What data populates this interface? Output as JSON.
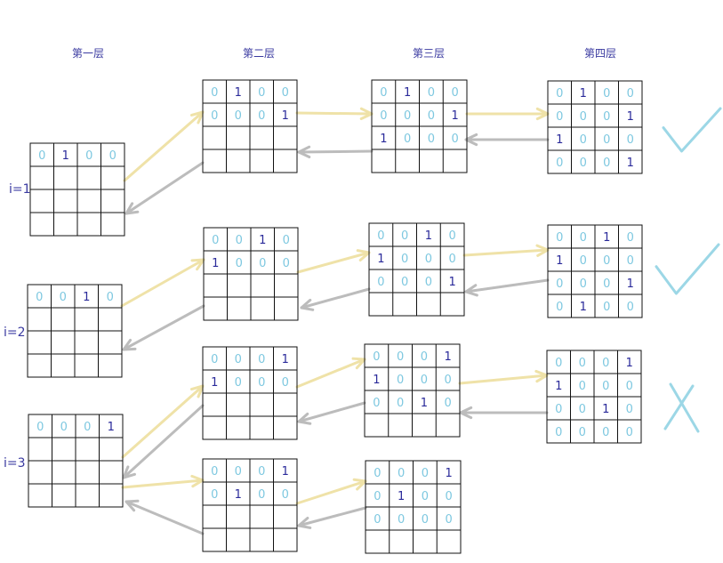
{
  "headers": [
    "第一层",
    "第二层",
    "第三层",
    "第四层"
  ],
  "row_labels": [
    "i=1",
    "i=2",
    "i=3"
  ],
  "colors": {
    "grid": "#111111",
    "digit_zero": "#7ec8e0",
    "digit_one": "#2a2a9a",
    "forward_arrow": "#efe2a8",
    "back_arrow": "#bcbcbc",
    "check_mark": "#9cd7e6",
    "cross_mark": "#9cd7e6"
  },
  "grids": [
    {
      "id": "r1-l1",
      "values": [
        [
          "0",
          "1",
          "0",
          "0"
        ],
        [
          "",
          "",
          "",
          ""
        ],
        [
          "",
          "",
          "",
          ""
        ],
        [
          "",
          "",
          "",
          ""
        ]
      ]
    },
    {
      "id": "r1-l2",
      "values": [
        [
          "0",
          "1",
          "0",
          "0"
        ],
        [
          "0",
          "0",
          "0",
          "1"
        ],
        [
          "",
          "",
          "",
          ""
        ],
        [
          "",
          "",
          "",
          ""
        ]
      ]
    },
    {
      "id": "r1-l3",
      "values": [
        [
          "0",
          "1",
          "0",
          "0"
        ],
        [
          "0",
          "0",
          "0",
          "1"
        ],
        [
          "1",
          "0",
          "0",
          "0"
        ],
        [
          "",
          "",
          "",
          ""
        ]
      ]
    },
    {
      "id": "r1-l4",
      "values": [
        [
          "0",
          "1",
          "0",
          "0"
        ],
        [
          "0",
          "0",
          "0",
          "1"
        ],
        [
          "1",
          "0",
          "0",
          "0"
        ],
        [
          "0",
          "0",
          "0",
          "1"
        ]
      ]
    },
    {
      "id": "r2-l1",
      "values": [
        [
          "0",
          "0",
          "1",
          "0"
        ],
        [
          "",
          "",
          "",
          ""
        ],
        [
          "",
          "",
          "",
          ""
        ],
        [
          "",
          "",
          "",
          ""
        ]
      ]
    },
    {
      "id": "r2-l2",
      "values": [
        [
          "0",
          "0",
          "1",
          "0"
        ],
        [
          "1",
          "0",
          "0",
          "0"
        ],
        [
          "",
          "",
          "",
          ""
        ],
        [
          "",
          "",
          "",
          ""
        ]
      ]
    },
    {
      "id": "r2-l3",
      "values": [
        [
          "0",
          "0",
          "1",
          "0"
        ],
        [
          "1",
          "0",
          "0",
          "0"
        ],
        [
          "0",
          "0",
          "0",
          "1"
        ],
        [
          "",
          "",
          "",
          ""
        ]
      ]
    },
    {
      "id": "r2-l4",
      "values": [
        [
          "0",
          "0",
          "1",
          "0"
        ],
        [
          "1",
          "0",
          "0",
          "0"
        ],
        [
          "0",
          "0",
          "0",
          "1"
        ],
        [
          "0",
          "1",
          "0",
          "0"
        ]
      ]
    },
    {
      "id": "r3-l1",
      "values": [
        [
          "0",
          "0",
          "0",
          "1"
        ],
        [
          "",
          "",
          "",
          ""
        ],
        [
          "",
          "",
          "",
          ""
        ],
        [
          "",
          "",
          "",
          ""
        ]
      ]
    },
    {
      "id": "r3a-l2",
      "values": [
        [
          "0",
          "0",
          "0",
          "1"
        ],
        [
          "1",
          "0",
          "0",
          "0"
        ],
        [
          "",
          "",
          "",
          ""
        ],
        [
          "",
          "",
          "",
          ""
        ]
      ]
    },
    {
      "id": "r3a-l3",
      "values": [
        [
          "0",
          "0",
          "0",
          "1"
        ],
        [
          "1",
          "0",
          "0",
          "0"
        ],
        [
          "0",
          "0",
          "1",
          "0"
        ],
        [
          "",
          "",
          "",
          ""
        ]
      ]
    },
    {
      "id": "r3a-l4",
      "values": [
        [
          "0",
          "0",
          "0",
          "1"
        ],
        [
          "1",
          "0",
          "0",
          "0"
        ],
        [
          "0",
          "0",
          "1",
          "0"
        ],
        [
          "0",
          "0",
          "0",
          "0"
        ]
      ]
    },
    {
      "id": "r3b-l2",
      "values": [
        [
          "0",
          "0",
          "0",
          "1"
        ],
        [
          "0",
          "1",
          "0",
          "0"
        ],
        [
          "",
          "",
          "",
          ""
        ],
        [
          "",
          "",
          "",
          ""
        ]
      ]
    },
    {
      "id": "r3b-l3",
      "values": [
        [
          "0",
          "0",
          "0",
          "1"
        ],
        [
          "0",
          "1",
          "0",
          "0"
        ],
        [
          "0",
          "0",
          "0",
          "0"
        ],
        [
          "",
          "",
          "",
          ""
        ]
      ]
    }
  ],
  "results": [
    {
      "row": "i=1",
      "mark": "check"
    },
    {
      "row": "i=2",
      "mark": "check"
    },
    {
      "row": "i=3",
      "mark": "cross"
    }
  ]
}
